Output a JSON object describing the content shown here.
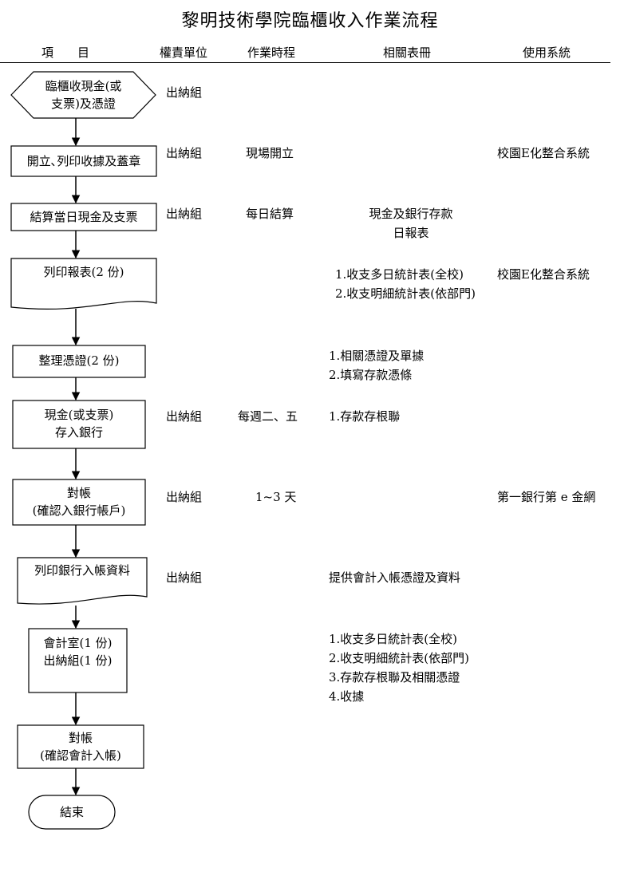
{
  "title": "黎明技術學院臨櫃收入作業流程",
  "headers": {
    "item": "項　　目",
    "unit": "權責單位",
    "schedule": "作業時程",
    "forms": "相關表冊",
    "system": "使用系統"
  },
  "steps": [
    {
      "label_lines": [
        "臨櫃收現金(或",
        "支票)及憑證"
      ],
      "unit": "出納組",
      "schedule": "",
      "forms": [],
      "system": ""
    },
    {
      "label_lines": [
        "開立､列印收據及蓋章"
      ],
      "unit": "出納組",
      "schedule": "現場開立",
      "forms": [],
      "system": "校園E化整合系統"
    },
    {
      "label_lines": [
        "結算當日現金及支票"
      ],
      "unit": "出納組",
      "schedule": "每日結算",
      "forms": [
        "現金及銀行存款",
        "日報表"
      ],
      "system": ""
    },
    {
      "label_lines": [
        "列印報表(2 份)"
      ],
      "unit": "",
      "schedule": "",
      "forms": [
        "1.收支多日統計表(全校)",
        "2.收支明細統計表(依部門)"
      ],
      "system": "校園E化整合系統"
    },
    {
      "label_lines": [
        "整理憑證(2 份)"
      ],
      "unit": "",
      "schedule": "",
      "forms": [
        "1.相關憑證及單據",
        "2.填寫存款憑條"
      ],
      "system": ""
    },
    {
      "label_lines": [
        "現金(或支票)",
        "存入銀行"
      ],
      "unit": "出納組",
      "schedule": "每週二、五",
      "forms": [
        "1.存款存根聯"
      ],
      "system": ""
    },
    {
      "label_lines": [
        "對帳",
        "(確認入銀行帳戶)"
      ],
      "unit": "出納組",
      "schedule": "1~3 天",
      "forms": [],
      "system": "第一銀行第 e 金網"
    },
    {
      "label_lines": [
        "列印銀行入帳資料"
      ],
      "unit": "出納組",
      "schedule": "",
      "forms": [
        "提供會計入帳憑證及資料"
      ],
      "system": ""
    },
    {
      "label_lines": [
        "會計室(1 份)",
        "出納組(1 份)"
      ],
      "unit": "",
      "schedule": "",
      "forms": [
        "1.收支多日統計表(全校)",
        "2.收支明細統計表(依部門)",
        "3.存款存根聯及相關憑證",
        "4.收據"
      ],
      "system": ""
    },
    {
      "label_lines": [
        "對帳",
        "(確認會計入帳)"
      ],
      "unit": "",
      "schedule": "",
      "forms": [],
      "system": ""
    },
    {
      "label_lines": [
        "結束"
      ],
      "unit": "",
      "schedule": "",
      "forms": [],
      "system": ""
    }
  ]
}
